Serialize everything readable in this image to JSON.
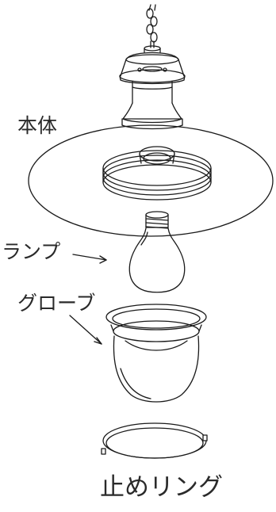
{
  "labels": {
    "body": "本体",
    "lamp": "ランプ",
    "globe": "グローブ",
    "ring": "止めリング"
  }
}
